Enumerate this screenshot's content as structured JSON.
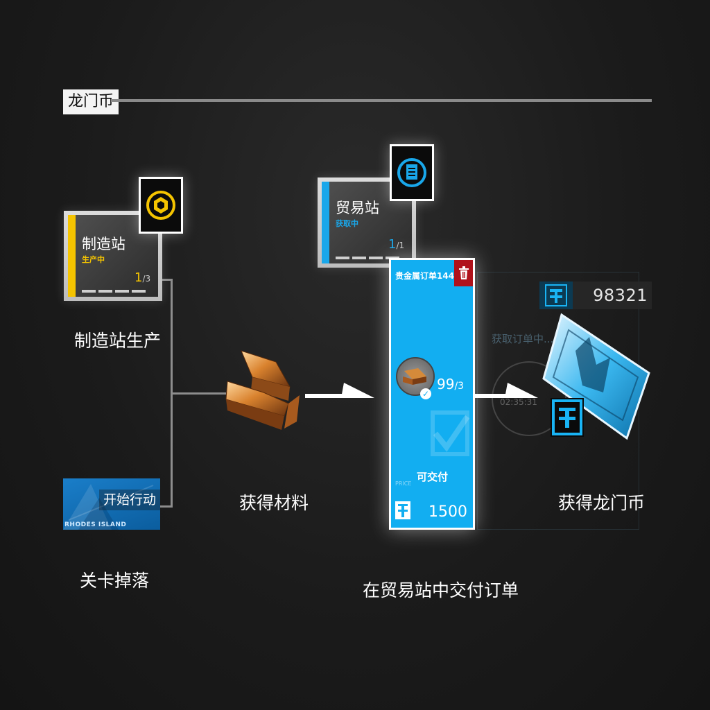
{
  "header": {
    "title": "龙门币"
  },
  "manufacturing": {
    "name": "制造站",
    "status": "生产中",
    "count": "1",
    "capacity": "/3",
    "caption": "制造站生产",
    "accent_color": "#f5c400"
  },
  "stage": {
    "button_label": "开始行动",
    "watermark": "RHODES ISLAND",
    "caption": "关卡掉落"
  },
  "material": {
    "caption": "获得材料"
  },
  "trade": {
    "name": "贸易站",
    "status": "获取中",
    "count": "1",
    "capacity": "/1",
    "caption": "在贸易站中交付订单",
    "accent_color": "#19a7ea"
  },
  "order": {
    "title": "贵金属订单144",
    "quantity": "99",
    "required": "/3",
    "status": "可交付",
    "price_tag": "PRICE",
    "price": "1500"
  },
  "background_panel": {
    "status_text": "获取订单中...",
    "timer": "02:35:31"
  },
  "reward": {
    "balance": "98321",
    "caption": "获得龙门币"
  },
  "icons": {
    "manufacturing": "hexagon-icon",
    "trade": "document-icon",
    "delete": "trash-icon",
    "currency": "lmd-coin-icon",
    "material": "gold-bar-icon"
  }
}
